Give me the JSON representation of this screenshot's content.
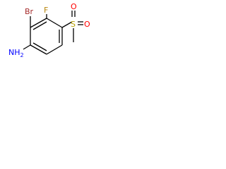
{
  "molecule": {
    "atoms": {
      "bromine": "Br",
      "fluorine": "F",
      "sulfur": "S",
      "oxygen_top": "O",
      "oxygen_right": "O",
      "amine": "NH2"
    },
    "colors": {
      "bond": "#000000",
      "bromine": "#a52a2a",
      "fluorine": "#b8860b",
      "sulfur": "#b8a000",
      "oxygen": "#ff0000",
      "nitrogen": "#0000ff"
    }
  }
}
